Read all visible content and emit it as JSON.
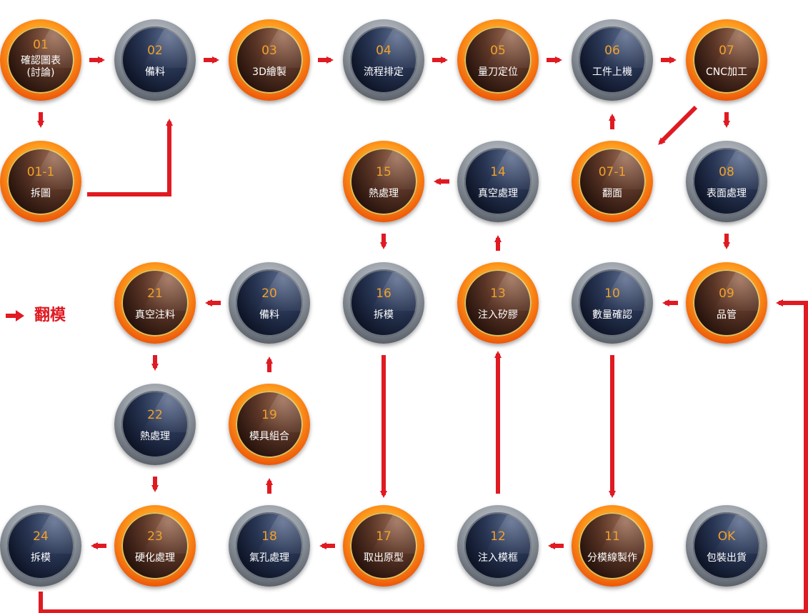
{
  "colors": {
    "arrow": "#e01a22",
    "number_text": "#f2a12a",
    "label_text": "#ffffff"
  },
  "legend": {
    "label": "翻模",
    "icon": "right-arrow-icon"
  },
  "steps": [
    {
      "id": "01",
      "number": "01",
      "label": "確認圖表\n(討論)",
      "style": "orange"
    },
    {
      "id": "01-1",
      "number": "01-1",
      "label": "拆圖",
      "style": "orange"
    },
    {
      "id": "02",
      "number": "02",
      "label": "備料",
      "style": "gray"
    },
    {
      "id": "03",
      "number": "03",
      "label": "3D繪製",
      "style": "orange"
    },
    {
      "id": "04",
      "number": "04",
      "label": "流程排定",
      "style": "gray"
    },
    {
      "id": "05",
      "number": "05",
      "label": "量刀定位",
      "style": "orange"
    },
    {
      "id": "06",
      "number": "06",
      "label": "工件上機",
      "style": "gray"
    },
    {
      "id": "07",
      "number": "07",
      "label": "CNC加工",
      "style": "orange"
    },
    {
      "id": "07-1",
      "number": "07-1",
      "label": "翻面",
      "style": "orange"
    },
    {
      "id": "08",
      "number": "08",
      "label": "表面處理",
      "style": "gray"
    },
    {
      "id": "09",
      "number": "09",
      "label": "品管",
      "style": "orange"
    },
    {
      "id": "10",
      "number": "10",
      "label": "數量確認",
      "style": "gray"
    },
    {
      "id": "11",
      "number": "11",
      "label": "分模線製作",
      "style": "orange"
    },
    {
      "id": "12",
      "number": "12",
      "label": "注入模框",
      "style": "gray"
    },
    {
      "id": "13",
      "number": "13",
      "label": "注入矽膠",
      "style": "orange"
    },
    {
      "id": "14",
      "number": "14",
      "label": "真空處理",
      "style": "gray"
    },
    {
      "id": "15",
      "number": "15",
      "label": "熱處理",
      "style": "orange"
    },
    {
      "id": "16",
      "number": "16",
      "label": "拆模",
      "style": "gray"
    },
    {
      "id": "17",
      "number": "17",
      "label": "取出原型",
      "style": "orange"
    },
    {
      "id": "18",
      "number": "18",
      "label": "氣孔處理",
      "style": "gray"
    },
    {
      "id": "19",
      "number": "19",
      "label": "模具組合",
      "style": "orange"
    },
    {
      "id": "20",
      "number": "20",
      "label": "備料",
      "style": "gray"
    },
    {
      "id": "21",
      "number": "21",
      "label": "真空注料",
      "style": "orange"
    },
    {
      "id": "22",
      "number": "22",
      "label": "熱處理",
      "style": "gray"
    },
    {
      "id": "23",
      "number": "23",
      "label": "硬化處理",
      "style": "orange"
    },
    {
      "id": "24",
      "number": "24",
      "label": "拆模",
      "style": "gray"
    },
    {
      "id": "OK",
      "number": "OK",
      "label": "包裝出貨",
      "style": "gray"
    }
  ],
  "connections": [
    [
      "01",
      "02"
    ],
    [
      "01",
      "01-1"
    ],
    [
      "01-1",
      "02"
    ],
    [
      "02",
      "03"
    ],
    [
      "03",
      "04"
    ],
    [
      "04",
      "05"
    ],
    [
      "05",
      "06"
    ],
    [
      "06",
      "07"
    ],
    [
      "07",
      "07-1"
    ],
    [
      "07-1",
      "06"
    ],
    [
      "07",
      "08"
    ],
    [
      "08",
      "09"
    ],
    [
      "09",
      "10"
    ],
    [
      "10",
      "11"
    ],
    [
      "11",
      "12"
    ],
    [
      "12",
      "13"
    ],
    [
      "13",
      "14"
    ],
    [
      "14",
      "15"
    ],
    [
      "15",
      "16"
    ],
    [
      "16",
      "17"
    ],
    [
      "17",
      "18"
    ],
    [
      "18",
      "19"
    ],
    [
      "19",
      "20"
    ],
    [
      "20",
      "21"
    ],
    [
      "21",
      "22"
    ],
    [
      "22",
      "23"
    ],
    [
      "23",
      "24"
    ],
    [
      "24",
      "09"
    ]
  ]
}
